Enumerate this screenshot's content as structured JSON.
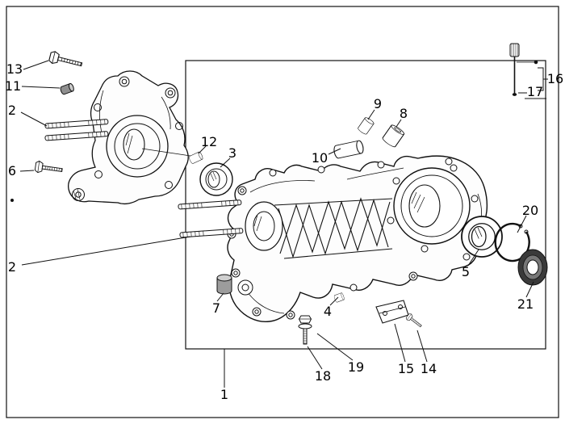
{
  "palette": {
    "line": "#111111",
    "background": "#ffffff",
    "seal_dark": "#3a3a3a",
    "metal_gray": "#9c9c9c"
  },
  "callouts": {
    "k1": "1",
    "k2a": "2",
    "k2b": "2",
    "k3": "3",
    "k4": "4",
    "k5": "5",
    "k6": "6",
    "k7": "7",
    "k8": "8",
    "k9": "9",
    "k10": "10",
    "k11": "11",
    "k12": "12",
    "k13": "13",
    "k14": "14",
    "k15": "15",
    "k16": "16",
    "k17": "17",
    "k18": "18",
    "k19": "19",
    "k20": "20",
    "k21": "21"
  }
}
